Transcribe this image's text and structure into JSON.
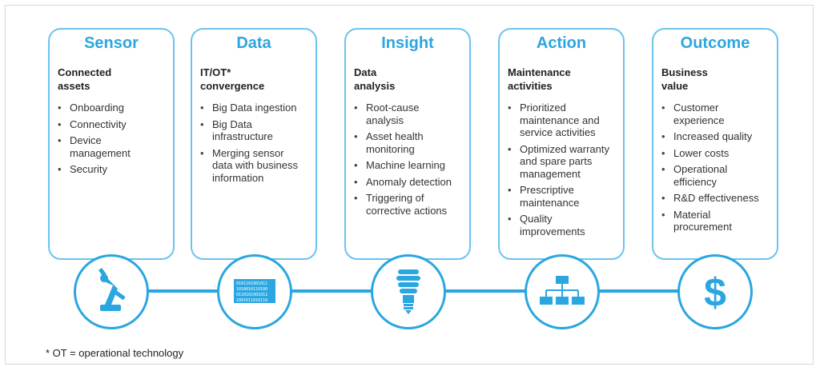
{
  "stages": [
    {
      "title": "Sensor",
      "subtitle": "Connected\nassets",
      "items": [
        "Onboarding",
        "Connectivity",
        "Device\nmanagement",
        "Security"
      ],
      "icon": "robot-arm-icon"
    },
    {
      "title": "Data",
      "subtitle": "IT/OT*\nconvergence",
      "items": [
        "Big Data ingestion",
        "Big Data\ninfrastructure",
        "Merging sensor\ndata with business\ninformation"
      ],
      "icon": "binary-data-icon"
    },
    {
      "title": "Insight",
      "subtitle": "Data\nanalysis",
      "items": [
        "Root-cause\nanalysis",
        "Asset health\nmonitoring",
        "Machine learning",
        "Anomaly detection",
        "Triggering of\ncorrective actions"
      ],
      "icon": "lightbulb-icon"
    },
    {
      "title": "Action",
      "subtitle": "Maintenance\nactivities",
      "items": [
        "Prioritized\nmaintenance and\nservice activities",
        "Optimized warranty\nand spare parts\nmanagement",
        "Prescriptive\nmaintenance",
        "Quality\nimprovements"
      ],
      "icon": "org-chart-icon"
    },
    {
      "title": "Outcome",
      "subtitle": "Business\nvalue",
      "items": [
        "Customer\nexperience",
        "Increased quality",
        "Lower costs",
        "Operational\nefficiency",
        "R&D effectiveness",
        "Material\nprocurement"
      ],
      "icon": "dollar-sign-icon"
    }
  ],
  "footnote": "* OT = operational technology",
  "colors": {
    "accent": "#2aa6e0",
    "card_border": "#6cc3ee"
  }
}
